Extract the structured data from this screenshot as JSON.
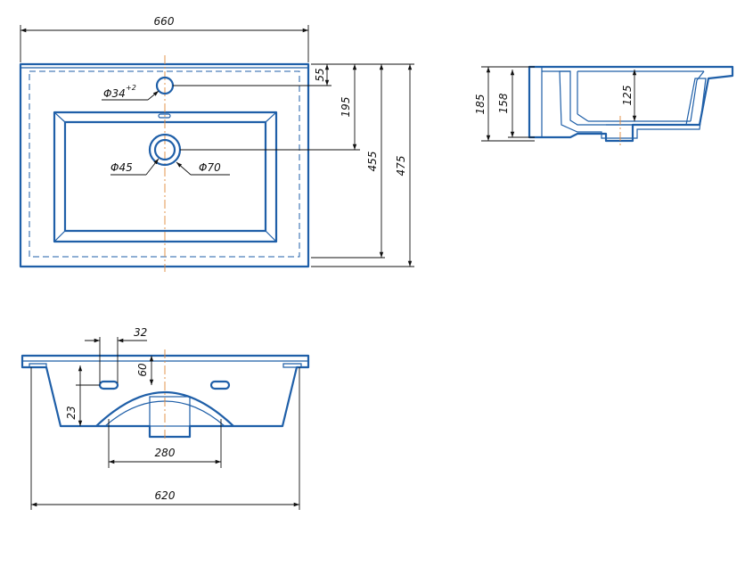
{
  "top_view": {
    "width": "660",
    "faucet_hole": "Φ34",
    "faucet_hole_tol": "+2",
    "dim_55": "55",
    "dim_195": "195",
    "dim_455": "455",
    "dim_475": "475",
    "drain_inner": "Φ45",
    "drain_outer": "Φ70"
  },
  "front_view": {
    "dim_32": "32",
    "dim_60": "60",
    "dim_23": "23",
    "dim_280": "280",
    "dim_620": "620"
  },
  "side_view": {
    "dim_185": "185",
    "dim_158": "158",
    "dim_125": "125"
  },
  "colors": {
    "outline": "#1f5fa8",
    "dimension": "#111111",
    "centerline": "#e08a3c"
  }
}
